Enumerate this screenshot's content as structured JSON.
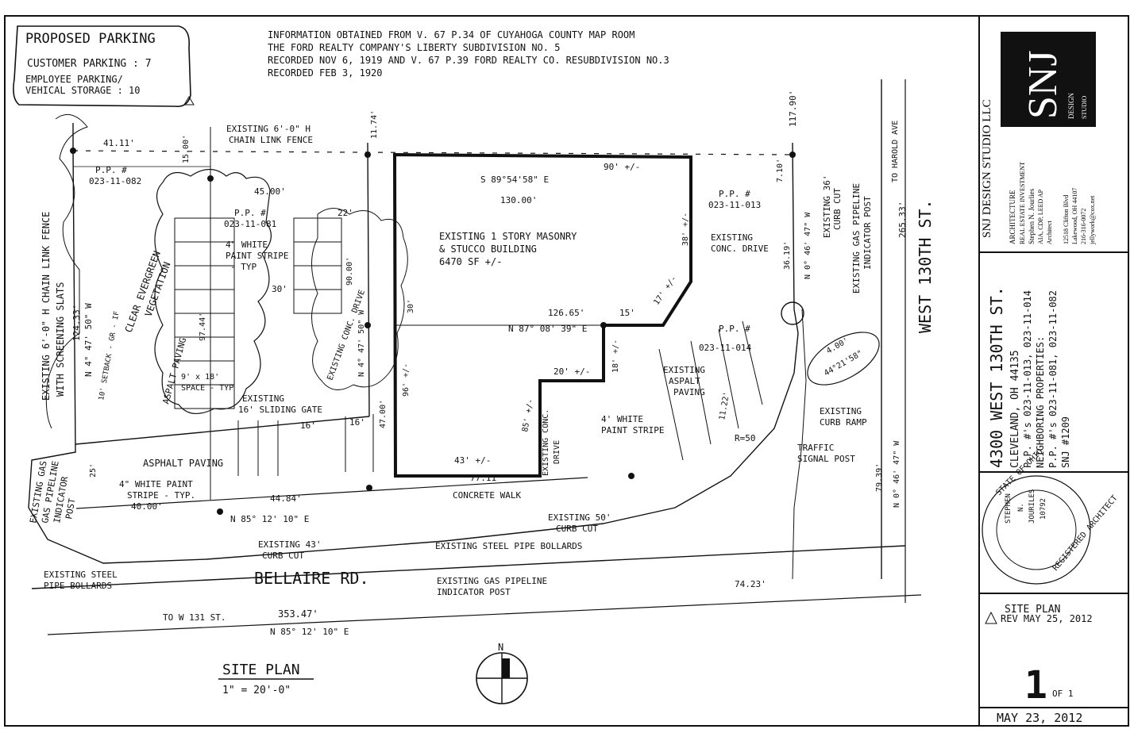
{
  "parking_box": {
    "title": "PROPOSED PARKING",
    "customer": "CUSTOMER PARKING : 7",
    "employee_1": "EMPLOYEE PARKING/",
    "employee_2": "VEHICAL STORAGE : 10"
  },
  "info_note": {
    "line1": "INFORMATION OBTAINED FROM V. 67 P.34 OF CUYAHOGA COUNTY MAP ROOM",
    "line2": "THE FORD REALTY COMPANY'S LIBERTY SUBDIVISION NO. 5",
    "line3": "RECORDED NOV 6, 1919 AND V. 67 P.39 FORD REALTY CO. RESUBDIVISION NO.3",
    "line4": "RECORDED FEB 3, 1920"
  },
  "plan_labels": {
    "dim_41": "41.11'",
    "dim_1500": "15.00'",
    "dim_1174": "11.74'",
    "dim_11790": "117.90'",
    "fence": "EXISTING 6'-0\" H",
    "fence_2": "CHAIN LINK FENCE",
    "pp_082": "P.P. #",
    "pp_082_num": "023-11-082",
    "dim_4500": "45.00'",
    "pp_081": "P.P. #",
    "pp_081_num": "023-11-081",
    "bearing_top": "S 89°54'58\" E",
    "dim_13000": "130.00'",
    "dim_90": "90' +/-",
    "dim_710": "7.10'",
    "building_1": "EXISTING 1 STORY MASONRY",
    "building_2": "& STUCCO BUILDING",
    "building_3": "6470 SF +/-",
    "pp_013": "P.P. #",
    "pp_013_num": "023-11-013",
    "conc_drive": "EXISTING",
    "conc_drive_2": "CONC. DRIVE",
    "stripe": "4\" WHITE",
    "stripe_2": "PAINT STRIPE",
    "stripe_3": "- TYP",
    "dim_30": "30'",
    "dim_22": "22'",
    "dim_12665": "126.65'",
    "bearing_mid": "N 87° 08' 39\" E",
    "dim_15": "15'",
    "dim_17": "17' +/-",
    "dim_38": "38' +/-",
    "pp_014": "P.P. #",
    "pp_014_num": "023-11-014",
    "asphalt_new": "EXISTING",
    "asphalt_new_2": "ASPALT",
    "asphalt_new_3": "PAVING",
    "dim_20": "20' +/-",
    "dim_18": "18' +/-",
    "stripe_b": "4' WHITE",
    "stripe_b_2": "PAINT STRIPE",
    "sliding_gate": "EXISTING",
    "sliding_gate_2": "16' SLIDING GATE",
    "evergreen": "CLEAR EVERGREEN",
    "evergreen_2": "VEGETATION",
    "asphalt_paving_v": "ASPALT PAVING",
    "space": "9' x 18'",
    "space_2": "SPACE - TYP",
    "fence_left_1": "EXISTING 6'-0\" H CHAIN LINK FENCE",
    "fence_left_2": "WITH SCREENING SLATS",
    "gas_left_1": "EXISTING GAS",
    "gas_left_2": "GAS PIPELINE",
    "gas_left_3": "INDICATOR",
    "gas_left_4": "POST",
    "asphalt_label": "ASPHALT PAVING",
    "stripe_c": "4\" WHITE PAINT",
    "stripe_c_2": "STRIPE - TYP.",
    "dim_4000": "40.00'",
    "dim_4484": "44.84'",
    "bearing_bot": "N 85° 12' 10\" E",
    "dim_43": "43' +/-",
    "dim_7711": "77.11'",
    "concrete_walk": "CONCRETE WALK",
    "conc_drive_b": "EXISTING CONC.",
    "conc_drive_b_2": "DRIVE",
    "curb_43": "EXISTING 43'",
    "curb_43_2": "CURB CUT",
    "curb_50": "EXISTING 50'",
    "curb_50_2": "CURB CUT",
    "bollards": "EXISTING STEEL PIPE BOLLARDS",
    "gas_bot": "EXISTING GAS PIPELINE",
    "gas_bot_2": "INDICATOR POST",
    "bollards_left": "EXISTING STEEL",
    "bollards_left_2": "PIPE BOLLARDS",
    "bellaire": "BELLAIRE  RD.",
    "dim_7423": "74.23'",
    "to_131": "TO W 131 ST.",
    "dim_35347": "353.47'",
    "bearing_road": "N 85° 12' 10\" E",
    "curb_ramp": "EXISTING",
    "curb_ramp_2": "CURB RAMP",
    "traffic": "TRAFFIC",
    "traffic_2": "SIGNAL POST",
    "radius": "R=50",
    "dim_1122": "11.22'",
    "arc_a": "4.00'",
    "arc_b": "44°21'58\"",
    "w130": "WEST 130TH ST.",
    "to_harold": "TO HAROLD AVE",
    "dim_26533": "265.33'",
    "curb_cut_r": "EXISTING 36'",
    "curb_cut_r_2": "CURB CUT",
    "gas_r": "EXISTING GAS PIPELINE",
    "gas_r_2": "INDICATOR POST",
    "dim_3619": "36.19'",
    "bearing_r": "N 0° 46' 47\" W",
    "dim_7939": "79.39'",
    "bearing_r2": "N 0° 46' 47\" W",
    "dim_12414": "124.33'",
    "bearing_l": "N 4° 47' 50\" W",
    "dim_9744": "97.44'",
    "dim_9000": "90.00'",
    "bearing_l2": "N 4° 47' 50\" W",
    "dim_4700": "47.00'",
    "dim_96": "96' +/-",
    "dim_30v": "30'",
    "dim_85": "85' +/-",
    "conc_drive_c": "EXISTING CONC. DRIVE",
    "dim_16a": "16'",
    "dim_16b": "16'",
    "dim_25": "25'",
    "setback": "10' SETBACK - GR - IF"
  },
  "site_plan": {
    "title": "SITE PLAN",
    "scale": "1\" = 20'-0\""
  },
  "north_arrow": {
    "label": "N"
  },
  "title_block": {
    "firm_vertical": "SNJ DESIGN STUDIO LLC",
    "logo": "SNJ",
    "logo_side": "DESIGN",
    "logo_side_2": "STUDIO",
    "firm_name": "SNJ DESIGN STUDIO LLC",
    "architecture": "ARCHITECTURE",
    "subtitle": "REAL ESTATE INVESTMENT",
    "person": "Stephen N. Jourlies",
    "credentials": "AIA, CDP, LEED AP",
    "role": "Architect",
    "addr_1": "12518 Clifton Blvd",
    "addr_2": "Lakewood, OH 44107",
    "phone": "216-316-0072",
    "email": "jellywork@cox.net",
    "project_1": "4300 WEST 130TH ST.",
    "project_2": "CLEVELAND, OH 44135",
    "project_3": "P.P. #'s 023-11-013, 023-11-014",
    "project_4": "NEIGHBORING PROPERTIES:",
    "project_5": "P.P. #'s 023-11-081, 023-11-082",
    "project_6": "SNJ #1209",
    "seal_top": "STATE OF OHIO",
    "seal_name_1": "STEPHEN",
    "seal_name_2": "N.",
    "seal_name_3": "JOURILES",
    "seal_num": "10792",
    "seal_bottom": "REGISTERED ARCHITECT",
    "sheet_title": "SITE PLAN",
    "revision": "REV MAY 25, 2012",
    "sheet_num": "1",
    "sheet_of": "OF 1",
    "date": "MAY 23, 2012"
  }
}
